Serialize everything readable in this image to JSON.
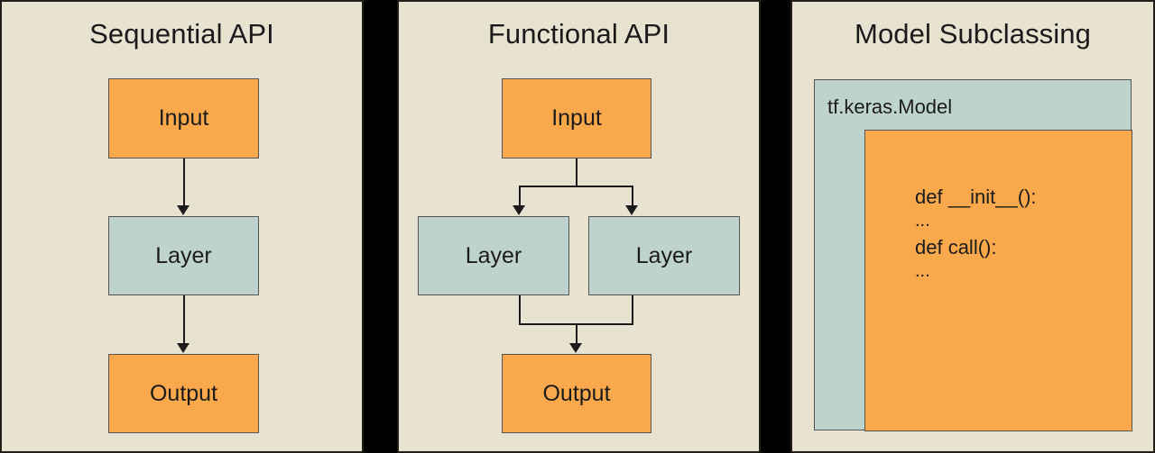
{
  "diagram": {
    "title_semantic": "keras-model-building-apis",
    "background_color": "#E8E2D1",
    "separator_color": "#000000",
    "node_orange": "#F9A94B",
    "node_teal": "#BFD3CE",
    "stroke_color": "#545454",
    "text_color": "#1b1b1b"
  },
  "panels": [
    {
      "id": "sequential",
      "title": "Sequential API",
      "nodes": [
        {
          "id": "input",
          "label": "Input",
          "kind": "orange"
        },
        {
          "id": "layer",
          "label": "Layer",
          "kind": "teal"
        },
        {
          "id": "output",
          "label": "Output",
          "kind": "orange"
        }
      ],
      "edges": [
        {
          "from": "input",
          "to": "layer"
        },
        {
          "from": "layer",
          "to": "output"
        }
      ]
    },
    {
      "id": "functional",
      "title": "Functional API",
      "nodes": [
        {
          "id": "input",
          "label": "Input",
          "kind": "orange"
        },
        {
          "id": "layer-l",
          "label": "Layer",
          "kind": "teal"
        },
        {
          "id": "layer-r",
          "label": "Layer",
          "kind": "teal"
        },
        {
          "id": "output",
          "label": "Output",
          "kind": "orange"
        }
      ],
      "edges": [
        {
          "from": "input",
          "to": "layer-l"
        },
        {
          "from": "input",
          "to": "layer-r"
        },
        {
          "from": "layer-l",
          "to": "output"
        },
        {
          "from": "layer-r",
          "to": "output"
        }
      ]
    },
    {
      "id": "subclassing",
      "title": "Model Subclassing",
      "outer_box_label": "tf.keras.Model",
      "code_lines": [
        "def __init__():",
        "...",
        "def call():",
        "..."
      ]
    }
  ]
}
